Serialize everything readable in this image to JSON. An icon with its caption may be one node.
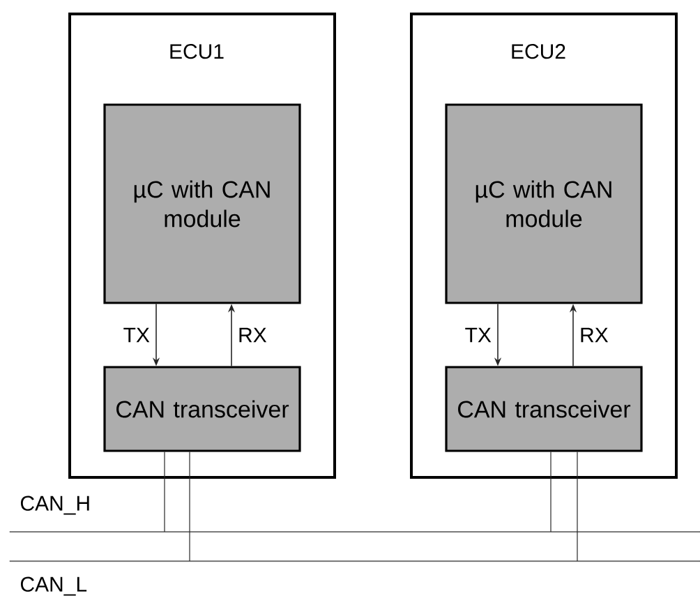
{
  "diagram": {
    "nodes": [
      {
        "text": [
          "ECU1"
        ]
      },
      {
        "text": [
          "µC with CAN module"
        ],
        "in": 0
      },
      {
        "text": [
          "CAN transceiver"
        ],
        "in": 0
      },
      {
        "text": [
          "ECU2"
        ]
      },
      {
        "text": [
          "µC with CAN module"
        ],
        "in": 3
      },
      {
        "text": [
          "CAN transceiver"
        ],
        "in": 3
      },
      {
        "text": [],
        "shape": "bar"
      },
      {
        "text": [],
        "shape": "bar"
      }
    ],
    "edges": [
      {
        "from": 1,
        "to": 2,
        "arrow": "to",
        "label": "TX"
      },
      {
        "from": 2,
        "to": 1,
        "arrow": "to",
        "label": "RX"
      },
      {
        "from": 4,
        "to": 5,
        "arrow": "to",
        "label": "TX"
      },
      {
        "from": 5,
        "to": 4,
        "arrow": "to",
        "label": "RX"
      },
      {
        "from": 2,
        "to": 6,
        "arrow": "none"
      },
      {
        "from": 2,
        "to": 7,
        "arrow": "none"
      },
      {
        "from": 5,
        "to": 6,
        "arrow": "none"
      },
      {
        "from": 5,
        "to": 7,
        "arrow": "none"
      }
    ],
    "labels": [
      "CAN_H",
      "CAN_L"
    ]
  }
}
